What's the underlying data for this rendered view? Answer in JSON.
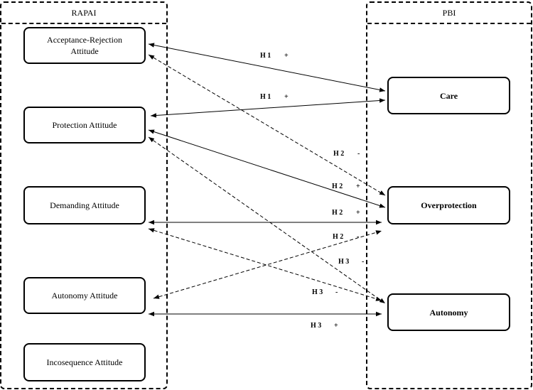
{
  "left_group": {
    "title": "RAPAI"
  },
  "right_group": {
    "title": "PBI"
  },
  "left_boxes": [
    {
      "id": "acceptance",
      "label": "Acceptance-Rejection\nAttitude"
    },
    {
      "id": "protection",
      "label": "Protection Attitude"
    },
    {
      "id": "demanding",
      "label": "Demanding Attitude"
    },
    {
      "id": "autonomy-attitude",
      "label": "Autonomy Attitude"
    },
    {
      "id": "incosequence",
      "label": "Incosequence Attitude"
    }
  ],
  "right_boxes": [
    {
      "id": "care",
      "label": "Care"
    },
    {
      "id": "overprotection",
      "label": "Overprotection"
    },
    {
      "id": "autonomy",
      "label": "Autonomy"
    }
  ],
  "hypotheses": [
    {
      "label": "H 1",
      "sign": "+"
    },
    {
      "label": "H 1",
      "sign": "+"
    },
    {
      "label": "H 2",
      "sign": "-"
    },
    {
      "label": "H 2",
      "sign": "+"
    },
    {
      "label": "H 2",
      "sign": "+"
    },
    {
      "label": "H 2",
      "sign": "-"
    },
    {
      "label": "H 3",
      "sign": "-"
    },
    {
      "label": "H 3",
      "sign": "-"
    },
    {
      "label": "H 3",
      "sign": "+"
    }
  ]
}
